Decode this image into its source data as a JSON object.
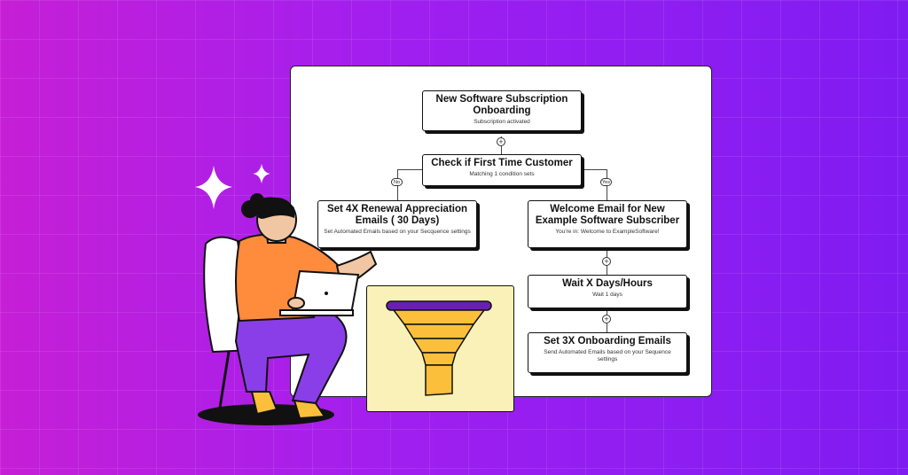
{
  "flow": {
    "root": {
      "title": "New Software Subscription Onboarding",
      "subtitle": "Subscription activated"
    },
    "check": {
      "title": "Check if First Time Customer",
      "subtitle": "Matching 1 condition sets"
    },
    "branch_no_label": "No",
    "branch_yes_label": "Yes",
    "no_branch": {
      "title": "Set 4X Renewal Appreciation Emails ( 30 Days)",
      "subtitle": "Set Automated Emails based on your Secquence settings"
    },
    "welcome": {
      "title": "Welcome Email for New Example Software Subscriber",
      "subtitle": "You're in: Welcome to ExampleSoftware!"
    },
    "wait": {
      "title": "Wait X Days/Hours",
      "subtitle": "Wait 1 days"
    },
    "onboarding": {
      "title": "Set 3X Onboarding Emails",
      "subtitle": "Send Automated Emails based on your Sequence settings"
    },
    "plus_symbol": "+"
  },
  "colors": {
    "background_left": "#c61fd6",
    "background_right": "#7f1cf2",
    "funnel_card": "#f9f1b7",
    "funnel_fill": "#fcbf3b",
    "funnel_top": "#6a1fb3",
    "shirt": "#ff8b3d",
    "pants": "#8a3ee8"
  },
  "icons": [
    "sparkle-icon",
    "plus-icon",
    "funnel-icon",
    "laptop-icon"
  ]
}
